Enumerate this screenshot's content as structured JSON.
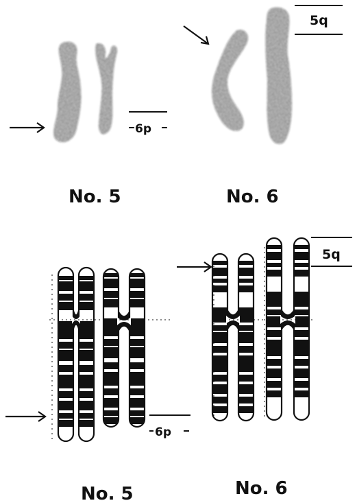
{
  "figure": {
    "top_row": {
      "left_label": "No. 5",
      "right_label": "No. 6",
      "marker_left": "6p",
      "marker_right": "5q"
    },
    "bottom_row": {
      "left_label": "No. 5",
      "right_label": "No. 6",
      "marker_left": "6p",
      "marker_right": "5q"
    }
  },
  "colors": {
    "ink": "#111111",
    "paper": "#ffffff",
    "band_fill": "#111111"
  }
}
